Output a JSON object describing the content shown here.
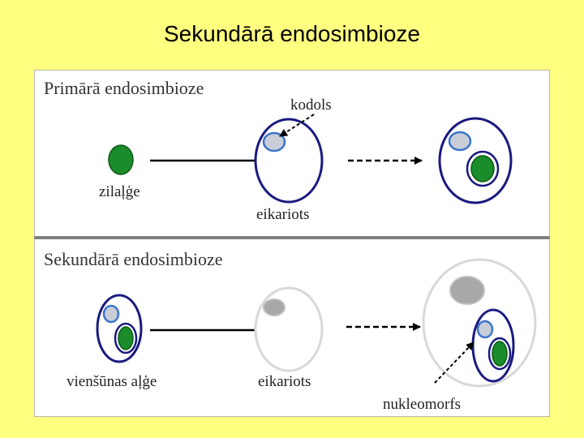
{
  "slide": {
    "title": "Sekundārā endosimbioze"
  },
  "panel_primary": {
    "heading": "Primārā endosimbioze",
    "label_cyanobacterium": "zilaļģe",
    "label_nucleus": "kodols",
    "label_eukaryote": "eikariots"
  },
  "panel_secondary": {
    "heading": "Sekundārā endosimbioze",
    "label_alga": "vienšūnas aļģe",
    "label_eukaryote": "eikariots",
    "label_nucleomorph": "nukleomorfs"
  },
  "colors": {
    "background": "#ffff80",
    "cell_outline": "#1a1a80",
    "plastid_green": "#1a8c2a",
    "nucleus_fill": "#c8cdd8",
    "nucleus_outline": "#3b73c8",
    "pale_cell_outline": "#d8d8d8",
    "grey_nucleus": "#a8a8a8"
  }
}
